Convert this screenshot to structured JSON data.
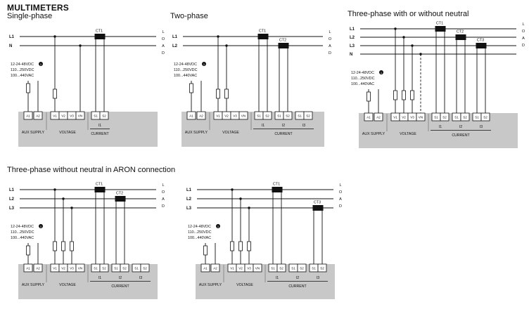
{
  "page": {
    "heading": "MULTIMETERS",
    "aron_section_title": "Three-phase without neutral in ARON connection"
  },
  "shared": {
    "load_label": "LOAD",
    "supply_note_lines": [
      "12-24-48VDC",
      "110...250VDC",
      "100...440VAC"
    ],
    "supply_note_footnote": "1",
    "aux_terminals": [
      "A1",
      "A2"
    ],
    "group_labels": {
      "aux": "AUX SUPPLY",
      "voltage": "VOLTAGE",
      "current": "CURRENT"
    }
  },
  "diagrams": [
    {
      "title": "Single-phase",
      "lines": [
        "L1",
        "N"
      ],
      "voltage_terminals": [
        "V1",
        "V2",
        "V3",
        "VN"
      ],
      "voltage_connections": [
        {
          "terminal": "V1",
          "line": "L1",
          "fuse": true,
          "dashed": false
        },
        {
          "terminal": "VN",
          "line": "N",
          "fuse": false,
          "dashed": false
        }
      ],
      "current_channels": [
        "I1"
      ],
      "current_pair_terminals": [
        "S1",
        "S2"
      ],
      "cts": [
        {
          "label": "CT1",
          "line": "L1",
          "channel": "I1"
        }
      ]
    },
    {
      "title": "Two-phase",
      "lines": [
        "L1",
        "L2"
      ],
      "voltage_terminals": [
        "V1",
        "V2",
        "V3",
        "VN"
      ],
      "voltage_connections": [
        {
          "terminal": "V1",
          "line": "L1",
          "fuse": true,
          "dashed": false
        },
        {
          "terminal": "V2",
          "line": "L2",
          "fuse": true,
          "dashed": false
        }
      ],
      "current_channels": [
        "I1",
        "I2",
        "I3"
      ],
      "current_pair_terminals": [
        "S1",
        "S2"
      ],
      "cts": [
        {
          "label": "CT1",
          "line": "L1",
          "channel": "I1"
        },
        {
          "label": "CT2",
          "line": "L2",
          "channel": "I2"
        }
      ]
    },
    {
      "title": "Three-phase with or without neutral",
      "lines": [
        "L1",
        "L2",
        "L3",
        "N"
      ],
      "voltage_terminals": [
        "V1",
        "V2",
        "V3",
        "VN"
      ],
      "voltage_connections": [
        {
          "terminal": "V1",
          "line": "L1",
          "fuse": true,
          "dashed": false
        },
        {
          "terminal": "V2",
          "line": "L2",
          "fuse": true,
          "dashed": false
        },
        {
          "terminal": "V3",
          "line": "L3",
          "fuse": true,
          "dashed": false
        },
        {
          "terminal": "VN",
          "line": "N",
          "fuse": false,
          "dashed": true
        }
      ],
      "current_channels": [
        "I1",
        "I2",
        "I3"
      ],
      "current_pair_terminals": [
        "S1",
        "S2"
      ],
      "cts": [
        {
          "label": "CT1",
          "line": "L1",
          "channel": "I1"
        },
        {
          "label": "CT2",
          "line": "L2",
          "channel": "I2"
        },
        {
          "label": "CT3",
          "line": "L3",
          "channel": "I3"
        }
      ]
    },
    {
      "lines": [
        "L1",
        "L2",
        "L3"
      ],
      "voltage_terminals": [
        "V1",
        "V2",
        "V3",
        "VN"
      ],
      "voltage_connections": [
        {
          "terminal": "V1",
          "line": "L1",
          "fuse": true,
          "dashed": false
        },
        {
          "terminal": "V2",
          "line": "L2",
          "fuse": true,
          "dashed": false
        },
        {
          "terminal": "V3",
          "line": "L3",
          "fuse": true,
          "dashed": false
        }
      ],
      "current_channels": [
        "I1",
        "I2",
        "I3"
      ],
      "current_pair_terminals": [
        "S1",
        "S2"
      ],
      "cts": [
        {
          "label": "CT1",
          "line": "L1",
          "channel": "I1"
        },
        {
          "label": "CT2",
          "line": "L2",
          "channel": "I2"
        }
      ]
    },
    {
      "lines": [
        "L1",
        "L2",
        "L3"
      ],
      "voltage_terminals": [
        "V1",
        "V2",
        "V3",
        "VN"
      ],
      "voltage_connections": [
        {
          "terminal": "V1",
          "line": "L1",
          "fuse": true,
          "dashed": false
        },
        {
          "terminal": "V2",
          "line": "L2",
          "fuse": true,
          "dashed": false
        },
        {
          "terminal": "V3",
          "line": "L3",
          "fuse": true,
          "dashed": false
        }
      ],
      "current_channels": [
        "I1",
        "I2",
        "I3"
      ],
      "current_pair_terminals": [
        "S1",
        "S2"
      ],
      "cts": [
        {
          "label": "CT1",
          "line": "L1",
          "channel": "I1"
        },
        {
          "label": "CT3",
          "line": "L3",
          "channel": "I3"
        }
      ]
    }
  ]
}
